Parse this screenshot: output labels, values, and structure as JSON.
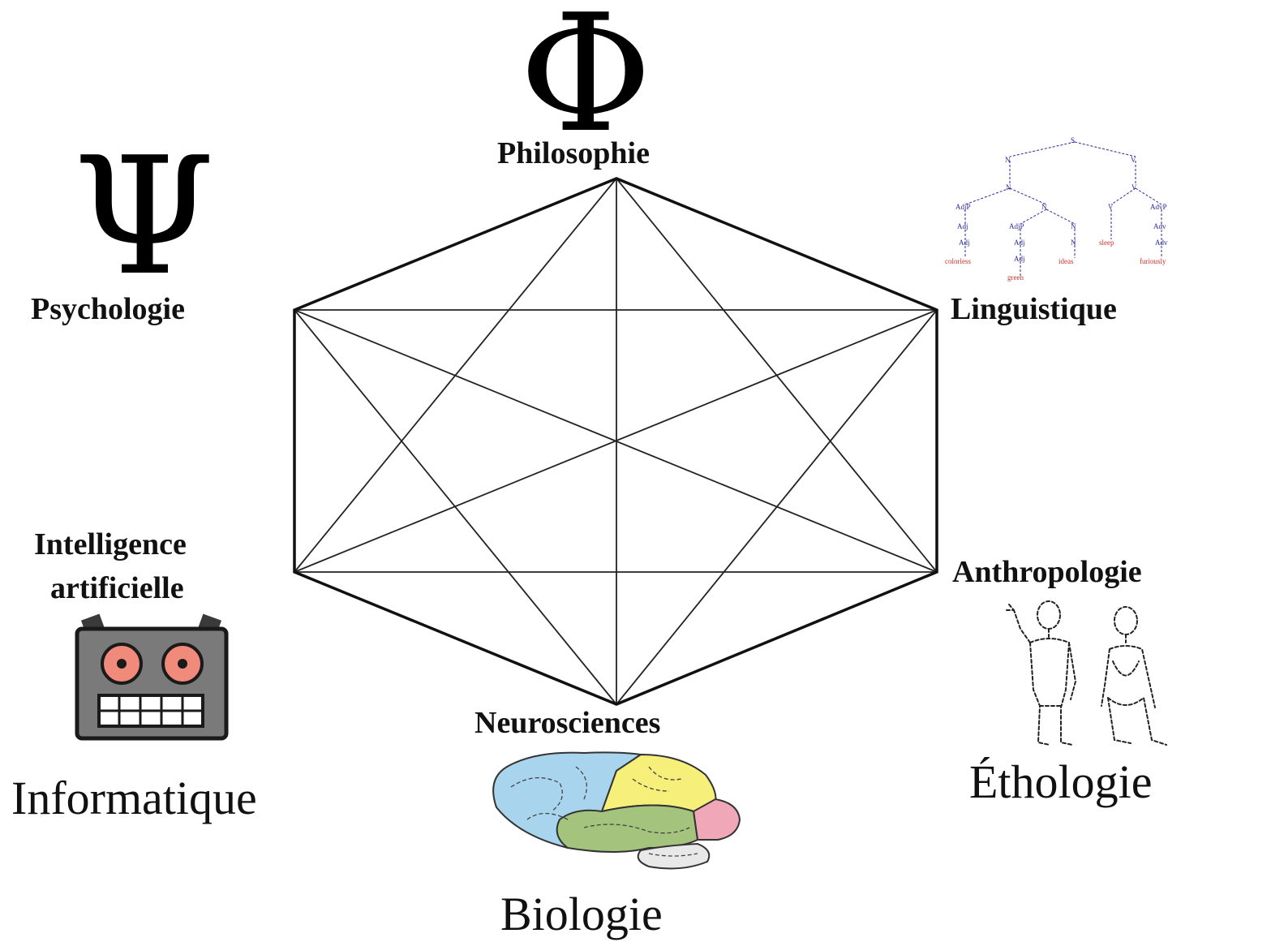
{
  "diagram": {
    "nodes": {
      "philosophie": "Philosophie",
      "psychologie": "Psychologie",
      "linguistique": "Linguistique",
      "ia_line1": "Intelligence",
      "ia_line2": "artificielle",
      "anthropologie": "Anthropologie",
      "neurosciences": "Neurosciences"
    },
    "captions": {
      "informatique": "Informatique",
      "ethologie": "Éthologie",
      "biologie": "Biologie"
    },
    "symbols": {
      "phi": "Φ",
      "psi": "Ψ"
    },
    "icons": [
      "phi-icon",
      "psi-icon",
      "syntax-tree-icon",
      "robot-icon",
      "human-figures-icon",
      "brain-icon"
    ],
    "colors": {
      "robot_body": "#7a7a7a",
      "robot_eye": "#f08a7a",
      "brain_frontal": "#a8d4ee",
      "brain_parietal": "#f6f07a",
      "brain_temporal": "#a4c47e",
      "brain_occipital": "#f0a8b8",
      "tree_nodes": "#2a2aa0",
      "tree_leaves": "#d03030"
    }
  }
}
